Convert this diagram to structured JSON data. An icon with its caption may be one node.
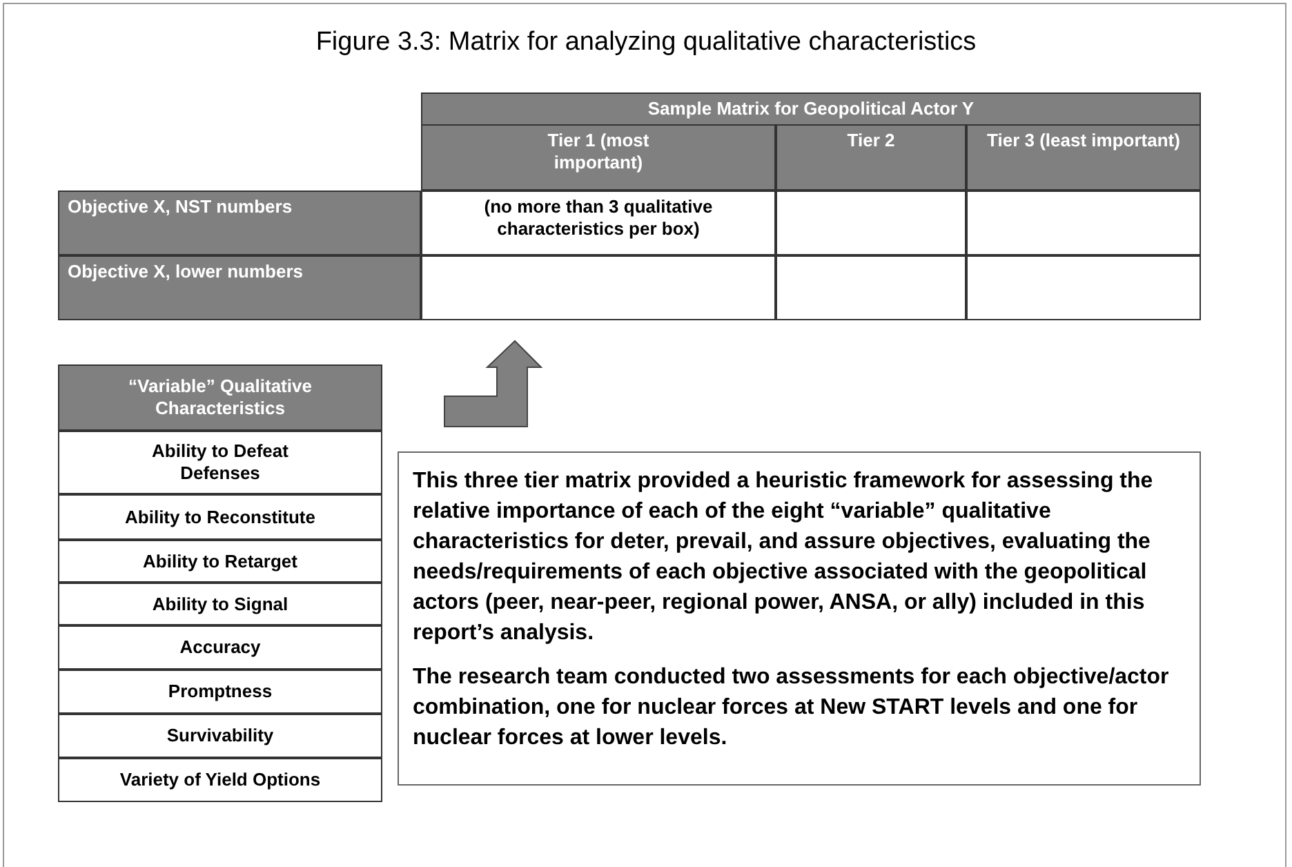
{
  "diagram": {
    "title": "Figure 3.3: Matrix for analyzing qualitative characteristics",
    "labels": [
      "Sample Matrix for Geopolitical Actor Y",
      "Tier 1 (most important)",
      "Tier 2",
      "Tier 3 (least important)",
      "Objective X, NST numbers",
      "(no more than 3 qualitative characteristics per box)",
      "Objective X, lower numbers",
      "“Variable” Qualitative Characteristics",
      "Ability to Defeat Defenses",
      "Ability to Reconstitute",
      "Ability to Retarget",
      "Ability to Signal",
      "Accuracy",
      "Promptness",
      "Survivability",
      "Variety of Yield Options",
      "This three tier matrix provided a heuristic framework for assessing the relative importance of each of the eight “variable” qualitative characteristics for deter, prevail, and assure objectives, evaluating the needs/requirements of each objective associated with the geopolitical actors (peer, near-peer, regional power, ANSA, or ally) included in this report’s analysis.",
      "The research team conducted two assessments for each objective/actor combination, one for nuclear forces at New START levels and one for nuclear forces at lower levels."
    ]
  }
}
